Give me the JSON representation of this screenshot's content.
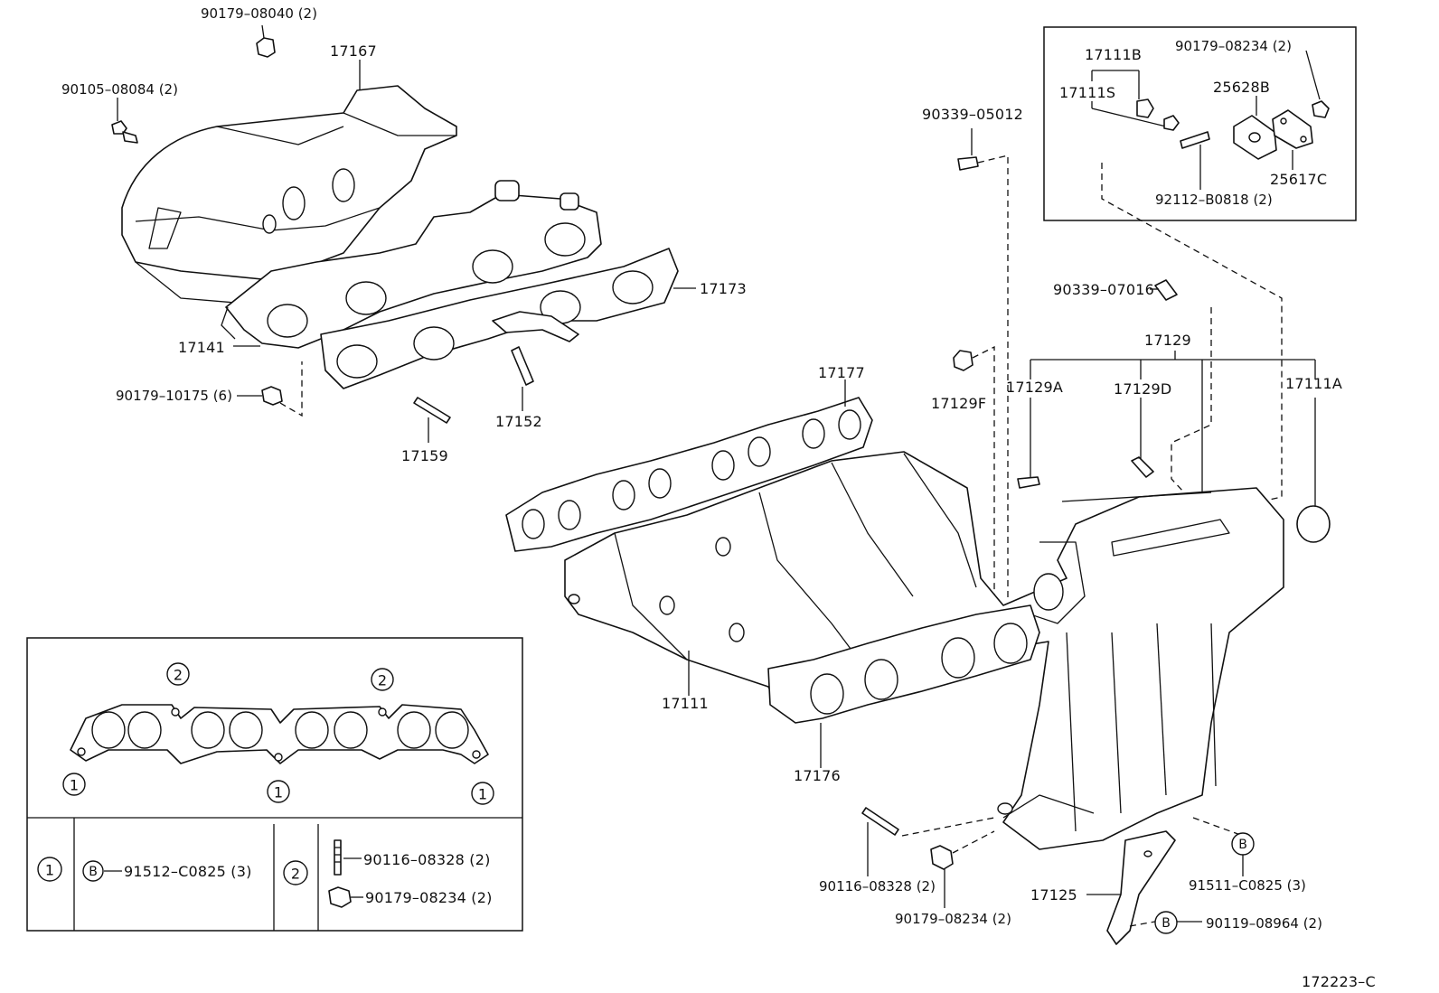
{
  "figure_code": "172223–C",
  "labels": {
    "p90179_08040": "90179–08040 (2)",
    "p17167": "17167",
    "p90105_08084": "90105–08084 (2)",
    "p17173": "17173",
    "p17141": "17141",
    "p90179_10175": "90179–10175 (6)",
    "p17152": "17152",
    "p17159": "17159",
    "p90339_05012": "90339–05012",
    "p90339_07016": "90339–07016",
    "p17129": "17129",
    "p17129F": "17129F",
    "p17129A": "17129A",
    "p17129D": "17129D",
    "p17111A": "17111A",
    "p17177": "17177",
    "p17111": "17111",
    "p17176": "17176",
    "p90116_08328": "90116–08328 (2)",
    "p90179_08234": "90179–08234 (2)",
    "p17125": "17125",
    "p91511_C0825": "91511–C0825 (3)",
    "p90119_08964": "90119–08964 (2)"
  },
  "inset_top_right": {
    "p17111B": "17111B",
    "p17111S": "17111S",
    "p90179_08234": "90179–08234 (2)",
    "p25628B": "25628B",
    "p25617C": "25617C",
    "p92112_B0818": "92112–B0818 (2)"
  },
  "inset_gasket": {
    "marker_1": "1",
    "marker_2": "2",
    "marker_B": "B",
    "legend_1_part": "91512–C0825 (3)",
    "legend_2_part_a": "90116–08328 (2)",
    "legend_2_part_b": "90179–08234 (2)"
  },
  "icons": [
    "bolt-icon",
    "nut-icon",
    "stud-icon",
    "pin-icon",
    "plug-icon"
  ]
}
